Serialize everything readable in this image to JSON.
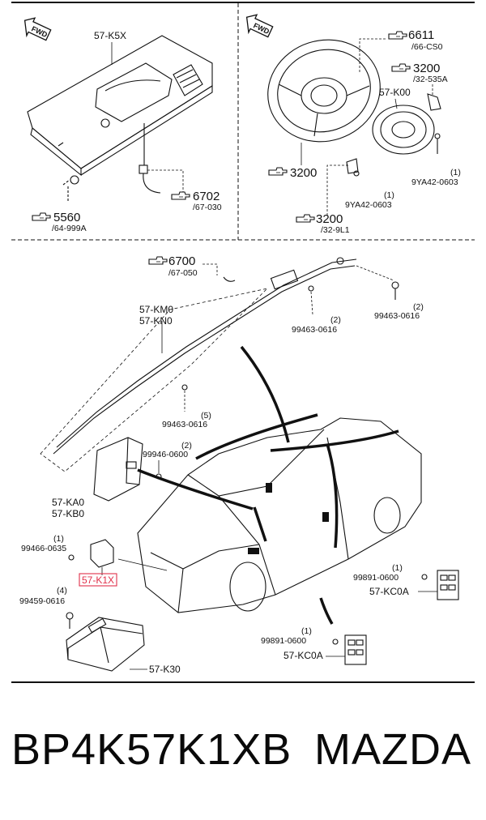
{
  "header": {
    "fwd_left": "FWD",
    "fwd_right": "FWD"
  },
  "panel_top_left": {
    "k5x": "57-K5X",
    "ref_6702": "6702",
    "sub_6702": "/67-030",
    "ref_5560": "5560",
    "sub_5560": "/64-999A"
  },
  "panel_top_right": {
    "ref_6611": "6611",
    "sub_6611": "/66-CS0",
    "ref_3200a": "3200",
    "sub_3200a": "/32-535A",
    "k00": "57-K00",
    "bolt_9ya42_qty": "(1)",
    "bolt_9ya42": "9YA42-0603",
    "bolt_9ya42b_qty": "(1)",
    "bolt_9ya42b": "9YA42-0603",
    "ref_3200b": "3200",
    "ref_3200c": "3200",
    "sub_3200c": "/32-9L1"
  },
  "panel_bottom": {
    "ref_6700": "6700",
    "sub_6700": "/67-050",
    "km0": "57-KM0",
    "kn0": "57-KN0",
    "b99463a_qty": "(2)",
    "b99463a": "99463-0616",
    "b99463b_qty": "(2)",
    "b99463b": "99463-0616",
    "b99463c_qty": "(5)",
    "b99463c": "99463-0616",
    "b99946_qty": "(2)",
    "b99946": "99946-0600",
    "ka0": "57-KA0",
    "kb0": "57-KB0",
    "b99466_qty": "(1)",
    "b99466": "99466-0635",
    "k1x": "57-K1X",
    "b99459_qty": "(4)",
    "b99459": "99459-0616",
    "k30": "57-K30",
    "b99891a_qty": "(1)",
    "b99891a": "99891-0600",
    "kc0a_a": "57-KC0A",
    "b99891b_qty": "(1)",
    "b99891b": "99891-0600",
    "kc0a_b": "57-KC0A"
  },
  "footer": {
    "part_number": "BP4K57K1XB",
    "brand": "MAZDA"
  },
  "colors": {
    "highlight": "#e0304a",
    "line": "#111111"
  },
  "icons": [
    "hand-pointer-icon",
    "fwd-arrow-icon"
  ]
}
